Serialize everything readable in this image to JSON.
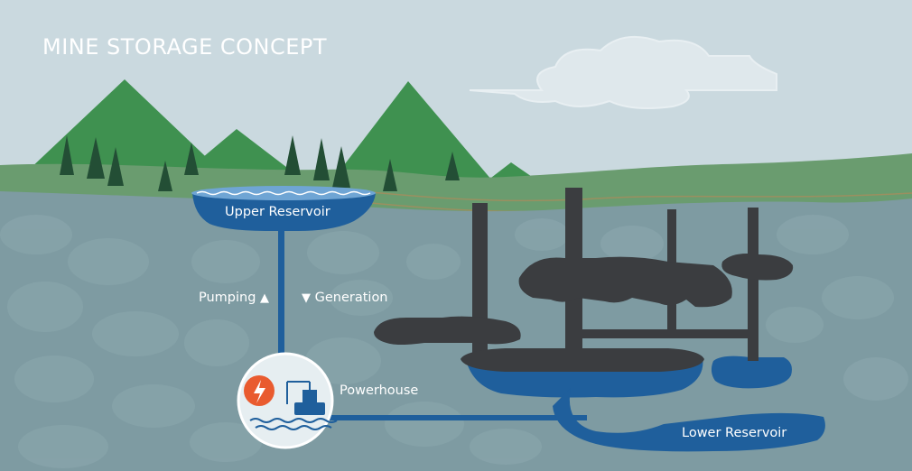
{
  "title": "MINE STORAGE CONCEPT",
  "labels": {
    "upper_reservoir": "Upper Reservoir",
    "pumping": "Pumping",
    "generation": "Generation",
    "powerhouse": "Powerhouse",
    "lower_reservoir": "Lower Reservoir"
  },
  "arrows": {
    "up": "▲",
    "down": "▼"
  },
  "icons": [
    "cloud-icon",
    "tree-icon",
    "lightning-icon",
    "turbine-icon",
    "water-wave-icon"
  ],
  "colors": {
    "sky": "#cad9df",
    "ground": "#7e9ba2",
    "grass": "#6a9c6f",
    "mountain": "#3f9150",
    "tree": "#234e35",
    "water": "#1f5f9c",
    "mine": "#3b3d40",
    "accent": "#e95b2f"
  }
}
